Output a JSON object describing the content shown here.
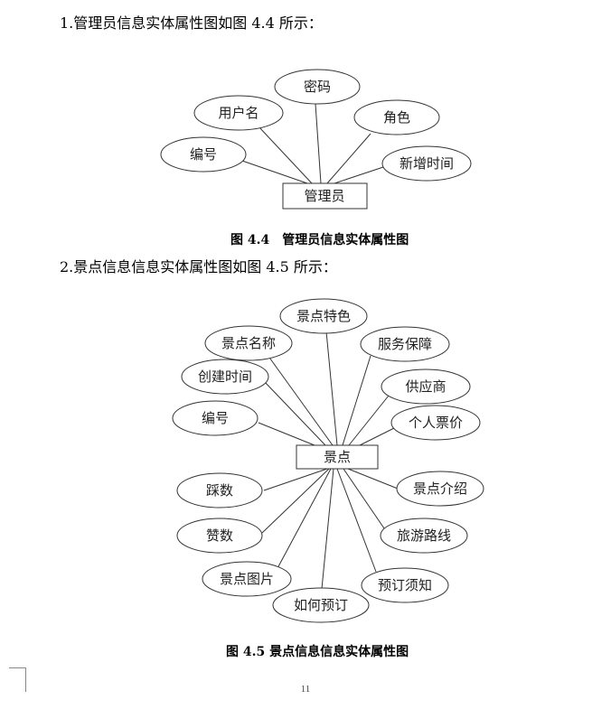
{
  "section1": {
    "heading": "1.管理员信息实体属性图如图 4.4 所示：",
    "caption": "图 4.4　管理员信息实体属性图",
    "entity": "管理员",
    "attributes": [
      "密码",
      "用户名",
      "角色",
      "编号",
      "新增时间"
    ]
  },
  "section2": {
    "heading": "2.景点信息信息实体属性图如图 4.5 所示：",
    "caption": "图 4.5  景点信息信息实体属性图",
    "entity": "景点",
    "attributes": [
      "景点特色",
      "景点名称",
      "服务保障",
      "创建时间",
      "供应商",
      "编号",
      "个人票价",
      "踩数",
      "景点介绍",
      "赞数",
      "旅游路线",
      "景点图片",
      "预订须知",
      "如何预订"
    ]
  },
  "page_number": "11"
}
